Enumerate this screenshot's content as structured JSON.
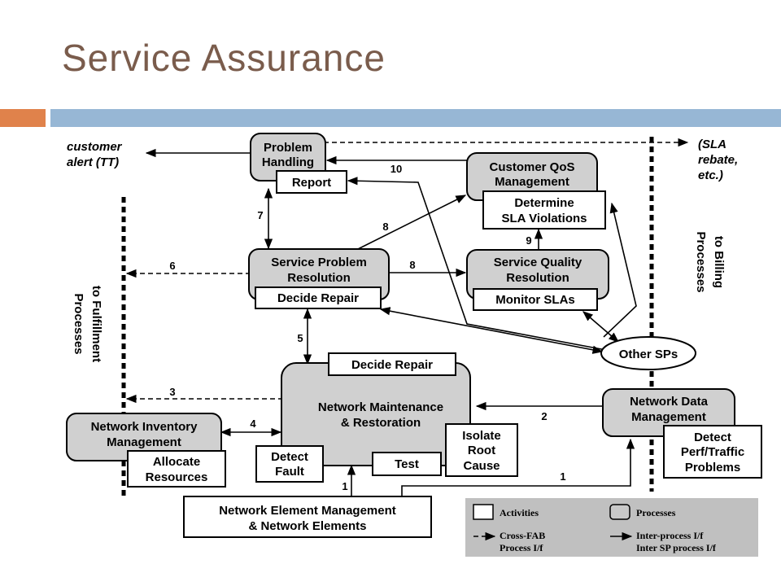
{
  "slide": {
    "title": "Service Assurance"
  },
  "labels": {
    "customer_alert": [
      "customer",
      "alert (TT)"
    ],
    "sla_rebate": [
      "(SLA",
      "rebate,",
      "etc.)"
    ],
    "to_billing": [
      "to Billing",
      "Processes"
    ],
    "to_fulfillment": [
      "to Fulfillment",
      "Processes"
    ]
  },
  "processes": {
    "problem_handling": [
      "Problem",
      "Handling"
    ],
    "customer_qos": [
      "Customer QoS",
      "Management"
    ],
    "service_problem_resolution": [
      "Service Problem",
      "Resolution"
    ],
    "service_quality_resolution": [
      "Service Quality",
      "Resolution"
    ],
    "network_maintenance": [
      "Network Maintenance",
      "& Restoration"
    ],
    "network_inventory": [
      "Network Inventory",
      "Management"
    ],
    "network_data": [
      "Network Data",
      "Management"
    ],
    "other_sps": "Other SPs"
  },
  "activities": {
    "report": "Report",
    "determine_sla": [
      "Determine",
      "SLA Violations"
    ],
    "decide_repair_service": "Decide Repair",
    "monitor_slas": "Monitor SLAs",
    "decide_repair_network": "Decide Repair",
    "detect_fault": [
      "Detect",
      "Fault"
    ],
    "test": "Test",
    "isolate_root_cause": [
      "Isolate",
      "Root",
      "Cause"
    ],
    "allocate_resources": [
      "Allocate",
      "Resources"
    ],
    "detect_perf": [
      "Detect",
      "Perf/Traffic",
      "Problems"
    ],
    "network_element_mgmt": [
      "Network Element Management",
      "& Network Elements"
    ]
  },
  "flow_numbers": {
    "n10": "10",
    "n7": "7",
    "n8a": "8",
    "n8b": "8",
    "n9": "9",
    "n6": "6",
    "n5": "5",
    "n3": "3",
    "n4": "4",
    "n2": "2",
    "n1a": "1",
    "n1b": "1"
  },
  "legend": {
    "activities": "Activities",
    "processes": "Processes",
    "cross_fab": [
      "Cross-FAB",
      "Process I/f"
    ],
    "inter_process": [
      "Inter-process I/f",
      "Inter SP process I/f"
    ]
  }
}
